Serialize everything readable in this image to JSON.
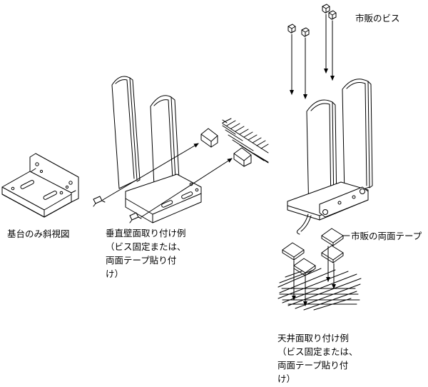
{
  "colors": {
    "line": "#000000",
    "background": "#ffffff",
    "hatch": "#000000"
  },
  "labels": {
    "base_only": "基台のみ斜視図",
    "wall_mount": [
      "垂直壁面取り付け例",
      "（ビス固定または、",
      "両面テープ貼り付",
      "け）"
    ],
    "screws": "市販のビス",
    "double_tape": "市販の両面テープ",
    "ceiling_mount": [
      "天井面取り付け例",
      "（ビス固定または、",
      "両面テープ貼り付",
      "け）"
    ]
  }
}
